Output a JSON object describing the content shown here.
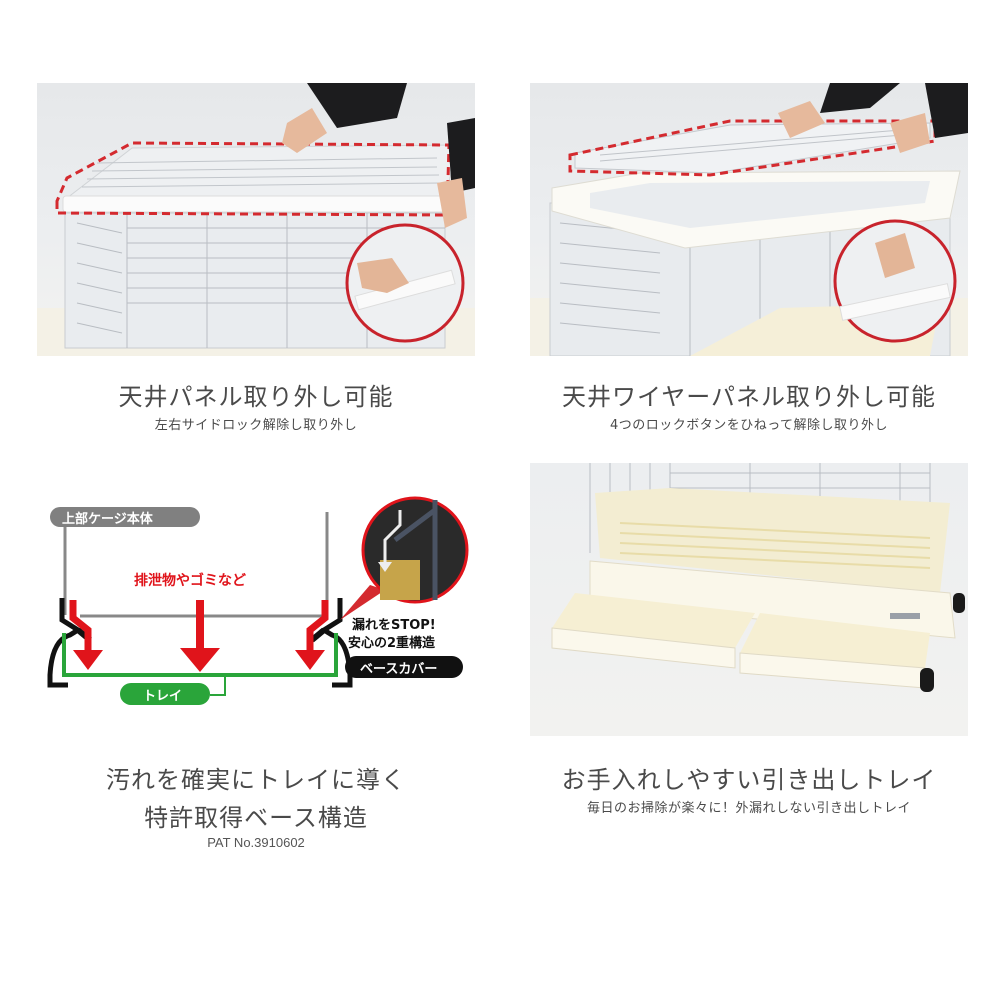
{
  "panels": [
    {
      "id": "top-left",
      "title": "天井パネル取り外し可能",
      "subtitle": "左右サイドロック解除し取り外し"
    },
    {
      "id": "top-right",
      "title": "天井ワイヤーパネル取り外し可能",
      "subtitle": "4つのロックボタンをひねって解除し取り外し"
    },
    {
      "id": "bottom-left",
      "title_line1": "汚れを確実にトレイに導く",
      "title_line2": "特許取得ベース構造",
      "patent": "PAT No.3910602",
      "diagram": {
        "upper_cage_label": "上部ケージ本体",
        "debris_label": "排泄物やゴミなど",
        "stop_label_line1": "漏れをSTOP!",
        "stop_label_line2": "安心の2重構造",
        "base_cover_label": "ベースカバー",
        "tray_label": "トレイ"
      }
    },
    {
      "id": "bottom-right",
      "title": "お手入れしやすい引き出しトレイ",
      "subtitle": "毎日のお掃除が楽々に！外漏れしない引き出しトレイ"
    }
  ],
  "colors": {
    "red_arrow": "#e0141b",
    "dashed_outline": "#d42a2f",
    "tray_green": "#2aa53a",
    "cage_gray": "#808080",
    "base_black": "#111111",
    "cream": "#f5f0dc"
  }
}
